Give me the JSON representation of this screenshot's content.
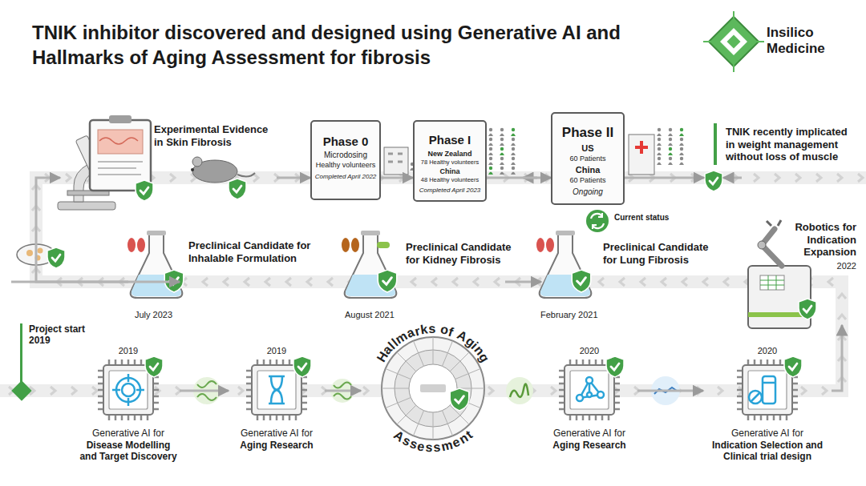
{
  "diagram": {
    "title": "TNIK inhibitor discovered and designed using Generative AI and Hallmarks of Aging Assessment for fibrosis",
    "nodes": [
      {
        "text": [
          "Experimental Evidence in Skin Fibrosis"
        ]
      },
      {
        "text": [
          "Phase 0",
          "Microdosing",
          "Healthy volunteers",
          "Completed April 2022"
        ]
      },
      {
        "text": [
          "Phase I",
          "New Zealand",
          "78 Healthy volunteers",
          "China",
          "48 Healthy volunteers",
          "Completed April 2023"
        ]
      },
      {
        "text": [
          "Phase II",
          "US",
          "60 Patients",
          "China",
          "60 Patients",
          "Ongoing"
        ]
      },
      {
        "text": [
          "TNIK recently implicated in weight management without loss of muscle"
        ]
      },
      {
        "text": [
          "Robotics for Indication Expansion",
          "2022"
        ]
      },
      {
        "text": [
          "Preclinical Candidate for Lung Fibrosis",
          "February 2021"
        ]
      },
      {
        "text": [
          "Preclinical Candidate for Kidney Fibrosis",
          "August 2021"
        ]
      },
      {
        "text": [
          "Preclinical Candidate for Inhalable Formulation",
          "July 2023"
        ]
      },
      {
        "text": [
          "Project start 2019"
        ]
      },
      {
        "text": [
          "2019",
          "Generative AI for",
          "Disease Modelling and Target Discovery"
        ]
      },
      {
        "text": [
          "2019",
          "Generative AI for",
          "Aging Research"
        ]
      },
      {
        "text": [
          "Hallmarks of Aging",
          "Assessment"
        ]
      },
      {
        "text": [
          "2020",
          "Generative AI for",
          "Aging Research"
        ]
      },
      {
        "text": [
          "2020",
          "Generative AI for",
          "Indication Selection and Clinical trial design"
        ]
      }
    ],
    "edges": [
      {
        "from": 9,
        "to": 10,
        "arrow": "to"
      },
      {
        "from": 10,
        "to": 11,
        "arrow": "to"
      },
      {
        "from": 11,
        "to": 12,
        "arrow": "to"
      },
      {
        "from": 12,
        "to": 13,
        "arrow": "to"
      },
      {
        "from": 13,
        "to": 14,
        "arrow": "to"
      },
      {
        "from": 14,
        "to": 5,
        "arrow": "to"
      },
      {
        "from": 5,
        "to": 6,
        "arrow": "to"
      },
      {
        "from": 6,
        "to": 7,
        "arrow": "to"
      },
      {
        "from": 7,
        "to": 8,
        "arrow": "to"
      },
      {
        "from": 8,
        "to": 0,
        "arrow": "to"
      },
      {
        "from": 0,
        "to": 1,
        "arrow": "to"
      },
      {
        "from": 1,
        "to": 2,
        "arrow": "to"
      },
      {
        "from": 2,
        "to": 3,
        "arrow": "to"
      },
      {
        "from": 3,
        "to": 4,
        "arrow": "to"
      }
    ],
    "labels": [
      "Insilico Medicine",
      "Current status"
    ]
  }
}
